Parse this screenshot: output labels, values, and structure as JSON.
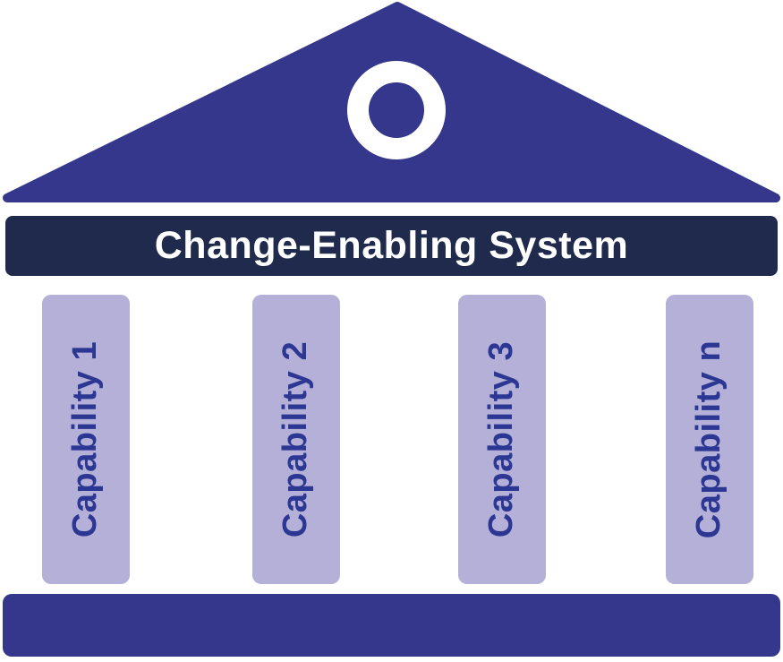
{
  "diagram": {
    "title": "Change-Enabling System",
    "pillars": [
      "Capability 1",
      "Capability 2",
      "Capability 3",
      "Capability n"
    ],
    "colors": {
      "roof": "#34378C",
      "entablature": "#1F2A4D",
      "pillar_fill": "#B5B0D8",
      "pillar_text": "#2B3793",
      "ring": "#FFFFFF",
      "background": "#FFFFFF"
    }
  }
}
